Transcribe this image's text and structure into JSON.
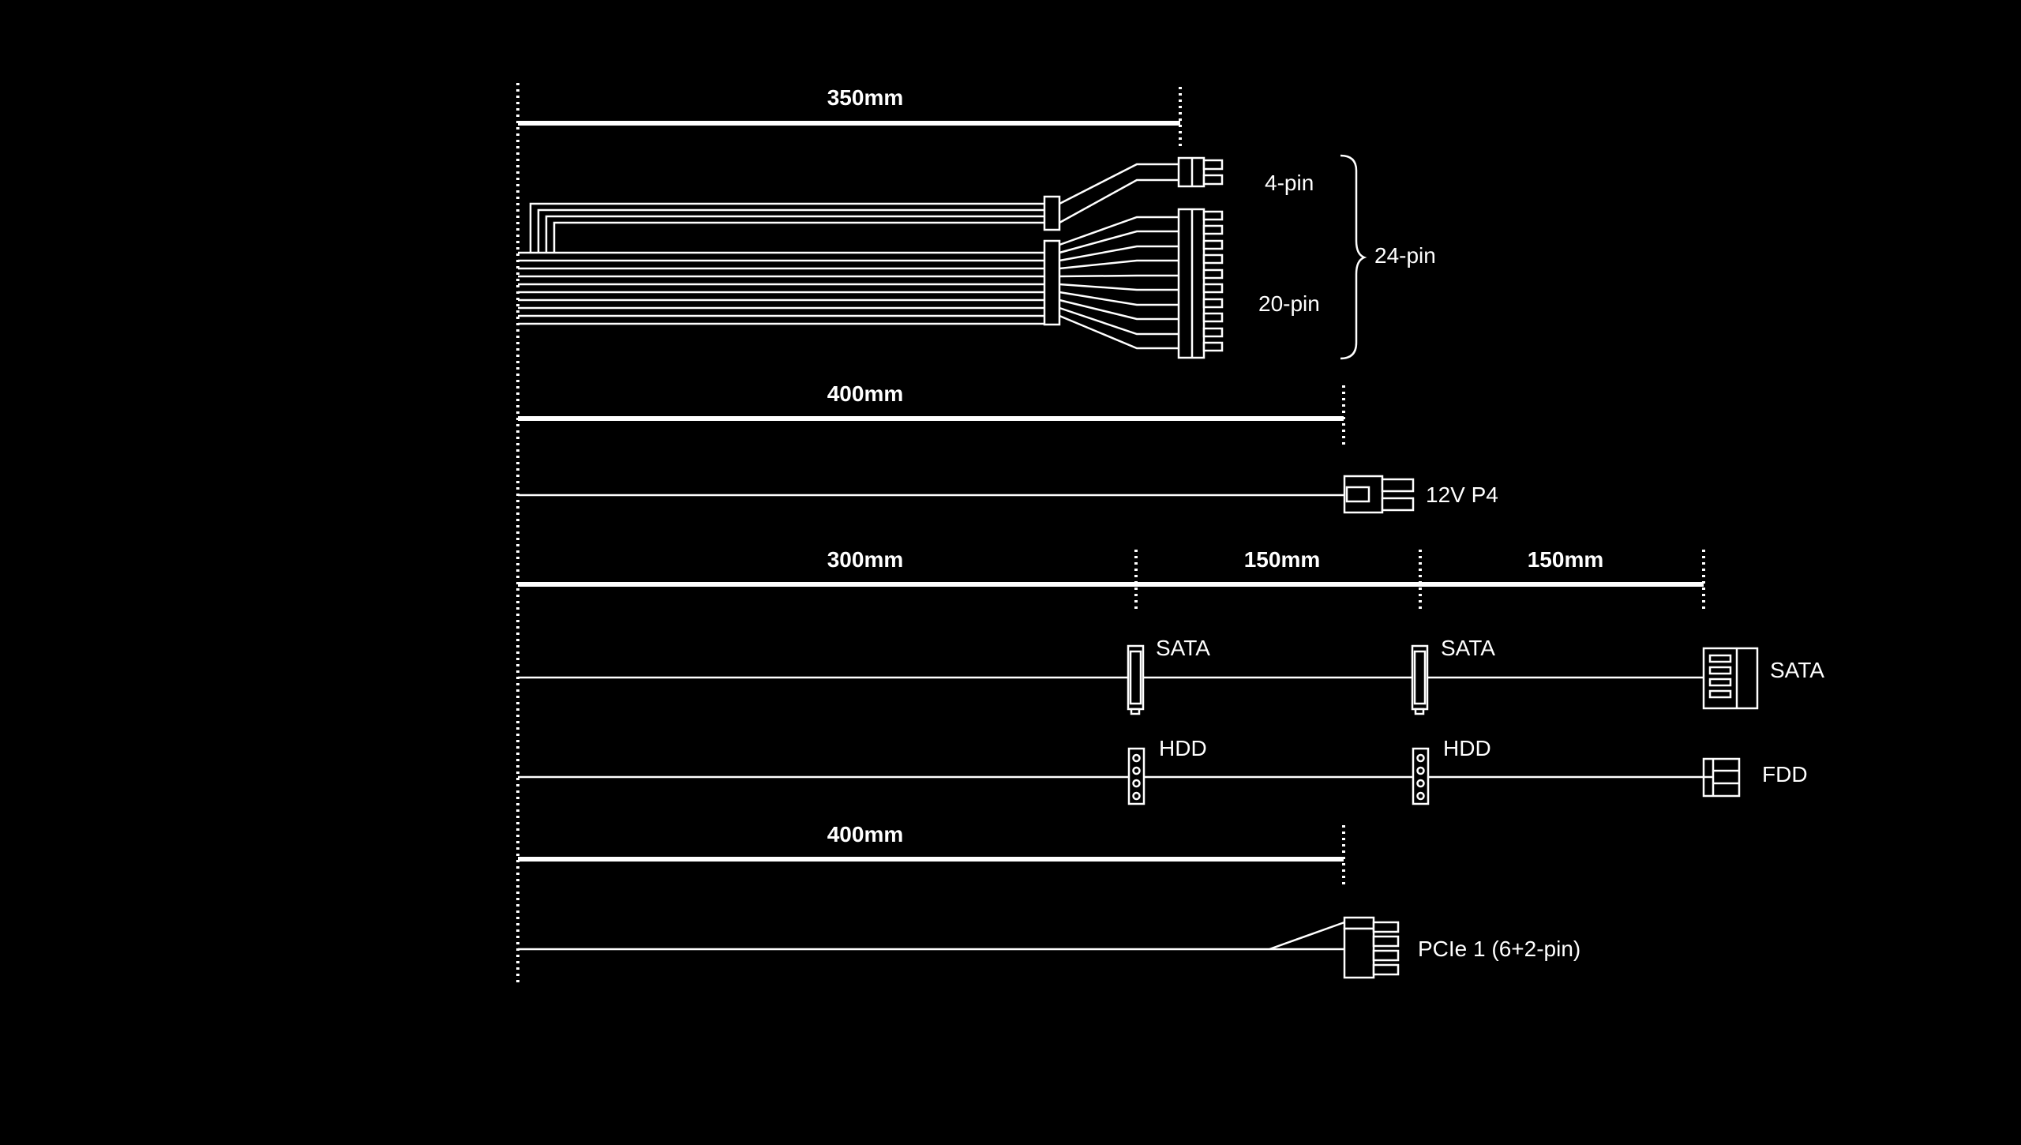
{
  "dimensions": {
    "mb_length": "350mm",
    "cpu_length": "400mm",
    "sata_length_1": "300mm",
    "sata_length_2": "150mm",
    "sata_length_3": "150mm",
    "pcie_length": "400mm"
  },
  "connectors": {
    "mb_4pin": "4-pin",
    "mb_20pin": "20-pin",
    "mb_24pin": "24-pin",
    "cpu": "12V P4",
    "sata_1": "SATA",
    "sata_2": "SATA",
    "sata_3": "SATA",
    "hdd_1": "HDD",
    "hdd_2": "HDD",
    "fdd": "FDD",
    "pcie": "PCIe 1 (6+2-pin)"
  },
  "colors": {
    "background": "#000000",
    "line": "#ffffff"
  }
}
